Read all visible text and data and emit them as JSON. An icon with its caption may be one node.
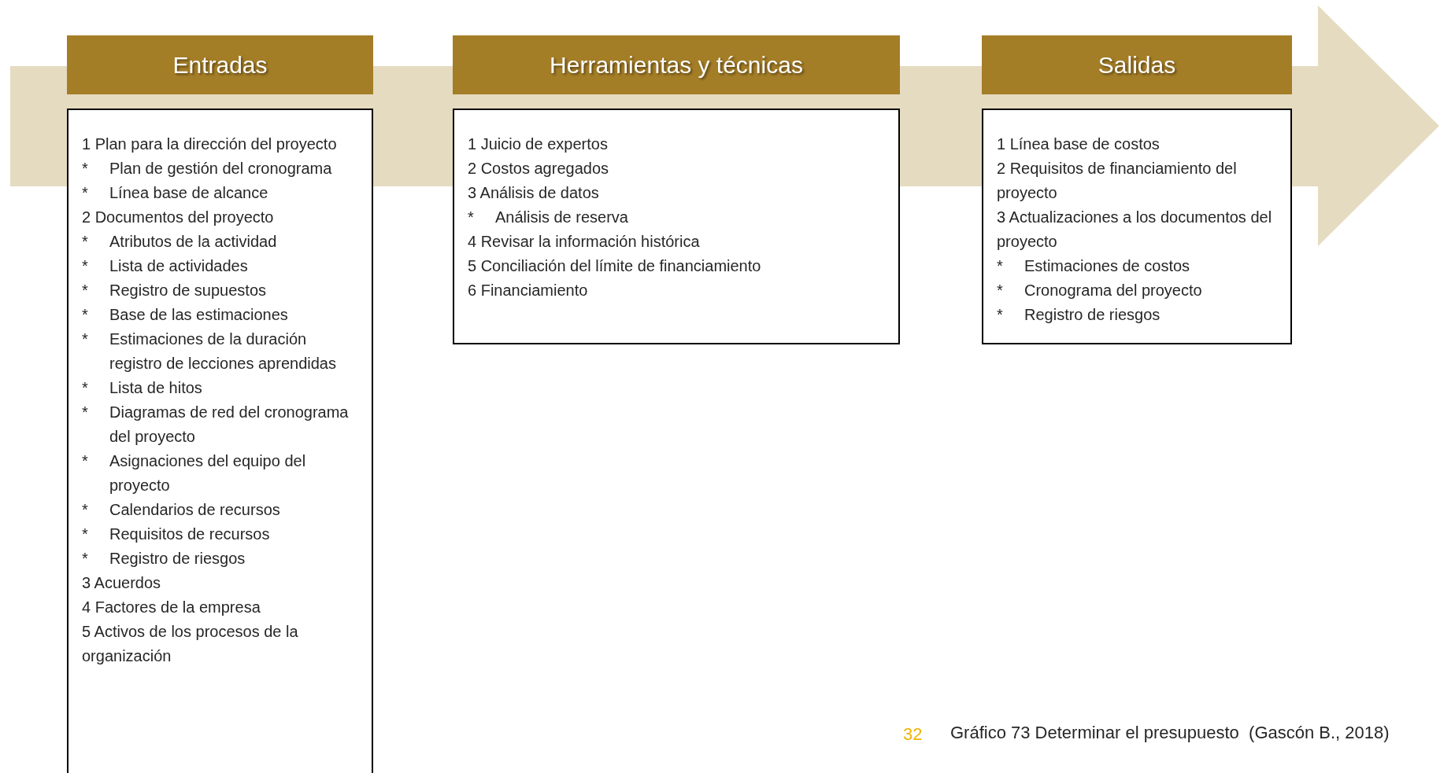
{
  "diagram": {
    "caption": "Gráfico 73 Determinar el presupuesto  (Gascón B., 2018)",
    "nodes": [
      {
        "text": [],
        "shape": "arrow"
      },
      {
        "text": [
          "Entradas"
        ]
      },
      {
        "text": [
          "1 Plan para la dirección del proyecto",
          "*",
          "Plan de gestión del cronograma",
          "*",
          "Línea base de alcance",
          "2 Documentos del proyecto",
          "*",
          "Atributos de la actividad",
          "*",
          "Lista de actividades",
          "*",
          "Registro de supuestos",
          "*",
          "Base de las estimaciones",
          "*",
          "Estimaciones de la duración registro de lecciones aprendidas",
          "*",
          "Lista de hitos",
          "*",
          "Diagramas de red del cronograma del proyecto",
          "*",
          "Asignaciones del equipo del proyecto",
          "*",
          "Calendarios de recursos",
          "*",
          "Requisitos de recursos",
          "*",
          "Registro de riesgos",
          "3 Acuerdos",
          "4 Factores de la empresa",
          "5 Activos de los procesos de la organización"
        ]
      },
      {
        "text": [
          "Herramientas y técnicas"
        ]
      },
      {
        "text": [
          "1 Juicio de expertos",
          "2 Costos agregados",
          "3 Análisis de datos",
          "*",
          "Análisis de reserva",
          "4 Revisar la información histórica",
          "5 Conciliación del límite de financiamiento",
          "6 Financiamiento"
        ]
      },
      {
        "text": [
          "Salidas"
        ]
      },
      {
        "text": [
          "1 Línea base de costos",
          "2 Requisitos de financiamiento del proyecto",
          "3 Actualizaciones a los documentos del proyecto",
          "*",
          "Estimaciones de costos",
          "*",
          "Cronograma del proyecto",
          "*",
          "Registro de riesgos"
        ]
      }
    ],
    "edges": [],
    "labels": [
      "32"
    ]
  }
}
